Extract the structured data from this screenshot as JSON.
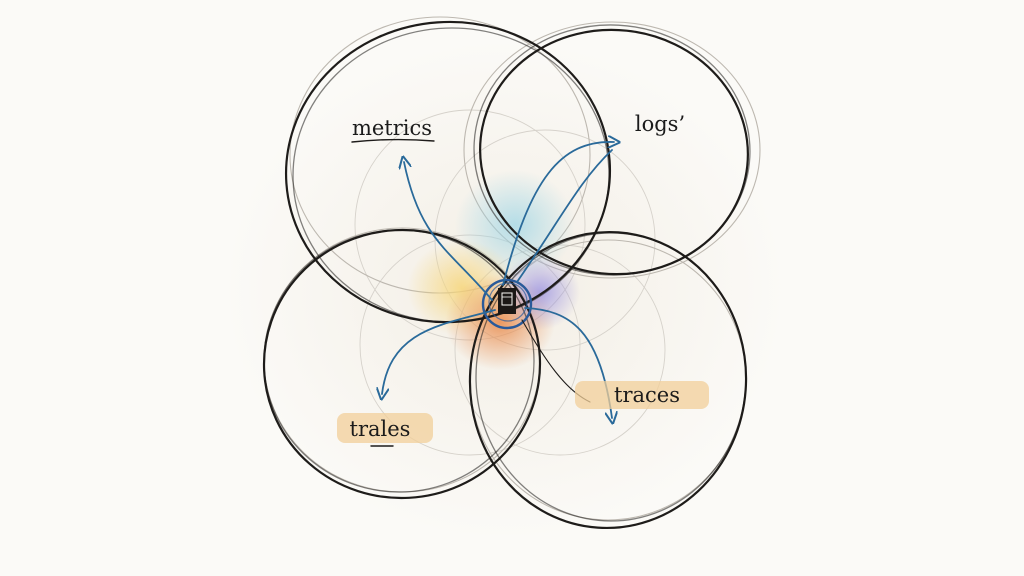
{
  "diagram": {
    "labels": {
      "metrics": "metrics",
      "logs": "logs’",
      "trales": "trales",
      "traces": "traces"
    },
    "colors": {
      "ink": "#1e1c1a",
      "arrow": "#2a6a9a",
      "wash_blue": "#9fd6e6",
      "wash_yellow": "#f6d67a",
      "wash_orange": "#e98a4a",
      "wash_purple": "#8f86e0",
      "label_highlight": "#f2cf9a"
    },
    "center_icon": "document-icon"
  }
}
